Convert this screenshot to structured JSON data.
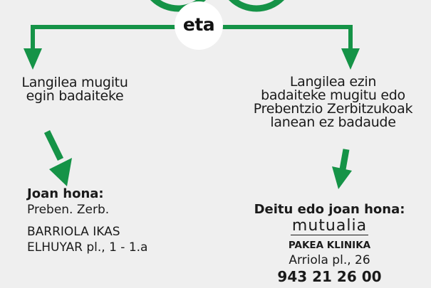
{
  "colors": {
    "arrow": "#159347",
    "background": "#efefef",
    "text": "#1a1a1a"
  },
  "connector": {
    "label": "eta"
  },
  "left": {
    "condition": [
      "Langilea mugitu",
      "egin badaiteke"
    ],
    "destination": {
      "heading": "Joan hona:",
      "service": "Preben. Zerb.",
      "place": "BARRIOLA IKAS",
      "address": "ELHUYAR pl., 1 - 1.a"
    }
  },
  "right": {
    "condition": [
      "Langilea ezin",
      "badaiteke mugitu edo",
      "Prebentzio Zerbitzukoak",
      "lanean ez badaude"
    ],
    "destination": {
      "heading": "Deitu edo joan hona:",
      "brand": "mutualia",
      "clinic": "PAKEA KLINIKA",
      "address": "Arriola pl., 26",
      "phone": "943 21 26 00"
    }
  }
}
